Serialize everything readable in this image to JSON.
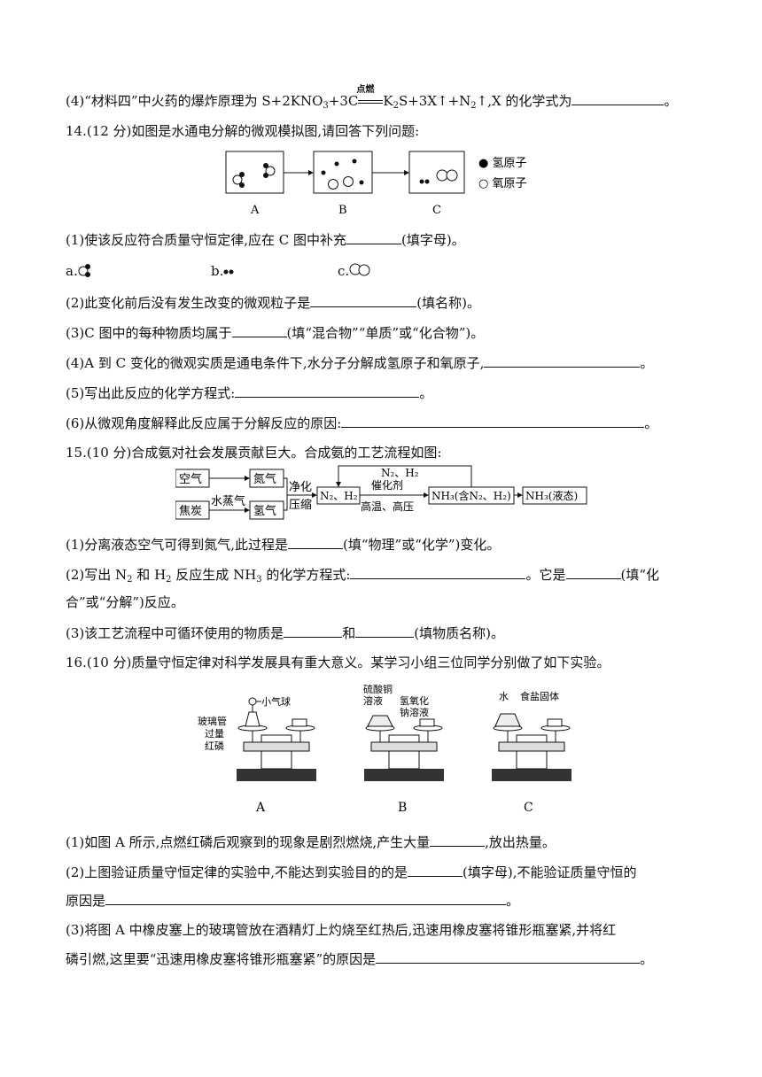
{
  "q13_4": {
    "prefix": "(4)“材料四”中火药的爆炸原理为 S+2KNO",
    "mid1": "+3C",
    "cond": "点燃",
    "mid2": "K",
    "mid3": "S+3X↑+N",
    "mid4": "↑,X 的化学式为",
    "end": "。"
  },
  "q14": {
    "title": "14.(12 分)如图是水通电分解的微观模拟图,请回答下列问题:",
    "legend_h": "● 氢原子",
    "legend_o": "○ 氧原子",
    "labels": [
      "A",
      "B",
      "C"
    ],
    "s1": "(1)使该反应符合质量守恒定律,应在 C 图中补充",
    "s1_end": "(填字母)。",
    "opt_a": "a.",
    "opt_b": "b.",
    "opt_c": "c.",
    "s2": "(2)此变化前后没有发生改变的微观粒子是",
    "s2_end": "(填名称)。",
    "s3": "(3)C 图中的每种物质均属于",
    "s3_end": "(填“混合物”“单质”或“化合物”)。",
    "s4": "(4)A 到 C 变化的微观实质是通电条件下,水分子分解成氢原子和氧原子,",
    "s4_end": "。",
    "s5": "(5)写出此反应的化学方程式:",
    "s5_end": "。",
    "s6": "(6)从微观角度解释此反应属于分解反应的原因:",
    "s6_end": "。"
  },
  "q15": {
    "title": "15.(10 分)合成氨对社会发展贡献巨大。合成氨的工艺流程如图:",
    "flow": {
      "air": "空气",
      "n2": "氮气",
      "coke": "焦炭",
      "steam": "水蒸气",
      "h2": "氢气",
      "purify1": "净化",
      "purify2": "压缩",
      "mix": "N₂、H₂",
      "recycle": "N₂、H₂",
      "catalyst": "催化剂",
      "conditions": "高温、高压",
      "product": "NH₃(含N₂、H₂)",
      "liquid": "NH₃(液态)"
    },
    "s1": "(1)分离液态空气可得到氮气,此过程是",
    "s1_end": "(填“物理”或“化学”)变化。",
    "s2a": "(2)写出 N",
    "s2b": " 和 H",
    "s2c": " 反应生成 NH",
    "s2d": " 的化学方程式:",
    "s2e": "。它是",
    "s2f": "(填“化",
    "s2g": "合”或“分解”)反应。",
    "s3": "(3)该工艺流程中可循环使用的物质是",
    "s3_mid": "和",
    "s3_end": "(填物质名称)。"
  },
  "q16": {
    "title": "16.(10 分)质量守恒定律对科学发展具有重大意义。某学习小组三位同学分别做了如下实验。",
    "figA": {
      "l1": "玻璃管",
      "l2": "过量",
      "l3": "红磷",
      "l4": "小气球"
    },
    "figB": {
      "l1": "硫酸铜",
      "l2": "溶液",
      "l3": "氢氧化",
      "l4": "钠溶液"
    },
    "figC": {
      "l1": "水",
      "l2": "食盐固体"
    },
    "labels": [
      "A",
      "B",
      "C"
    ],
    "s1": "(1)如图 A 所示,点燃红磷后观察到的现象是剧烈燃烧,产生大量",
    "s1_end": ",放出热量。",
    "s2": "(2)上图验证质量守恒定律的实验中,不能达到实验目的的是",
    "s2_end": "(填字母),不能验证质量守恒的",
    "s2b": "原因是",
    "s2b_end": "。",
    "s3a": "(3)将图 A 中橡皮塞上的玻璃管放在酒精灯上灼烧至红热后,迅速用橡皮塞将锥形瓶塞紧,并将红",
    "s3b": "磷引燃,这里要“迅速用橡皮塞将锥形瓶塞紧”的原因是",
    "s3b_end": "。"
  }
}
